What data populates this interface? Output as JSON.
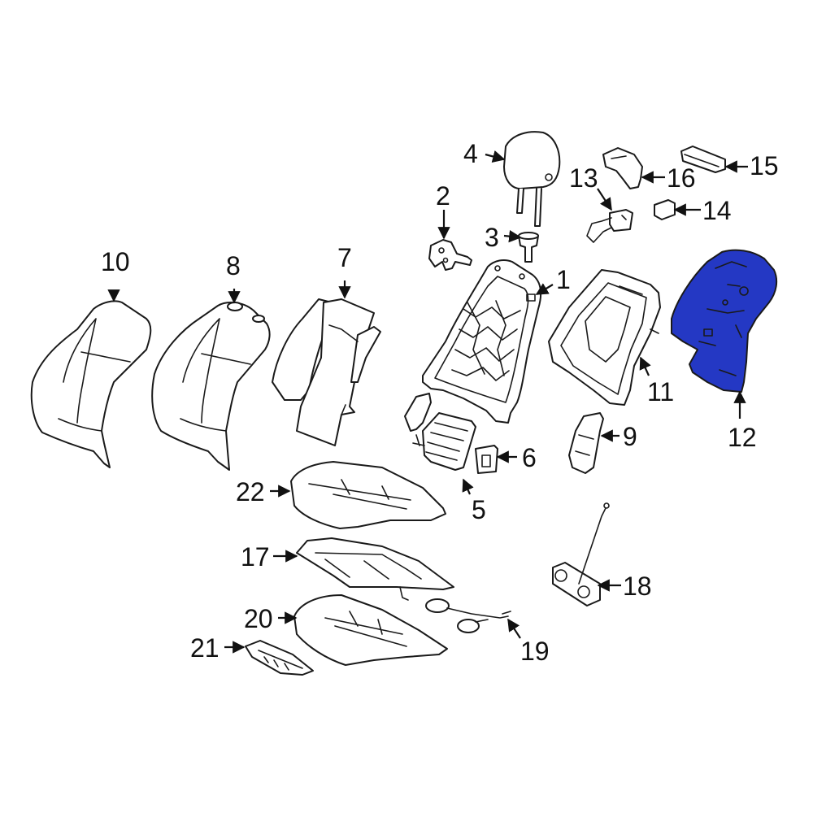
{
  "colors": {
    "highlight_fill": "#2438c4",
    "line": "#1a1a1a",
    "background": "#ffffff"
  },
  "callouts": {
    "c1": "1",
    "c2": "2",
    "c3": "3",
    "c4": "4",
    "c5": "5",
    "c6": "6",
    "c7": "7",
    "c8": "8",
    "c9": "9",
    "c10": "10",
    "c11": "11",
    "c12": "12",
    "c13": "13",
    "c14": "14",
    "c15": "15",
    "c16": "16",
    "c17": "17",
    "c18": "18",
    "c19": "19",
    "c20": "20",
    "c21": "21",
    "c22": "22"
  },
  "highlighted_part": "12"
}
